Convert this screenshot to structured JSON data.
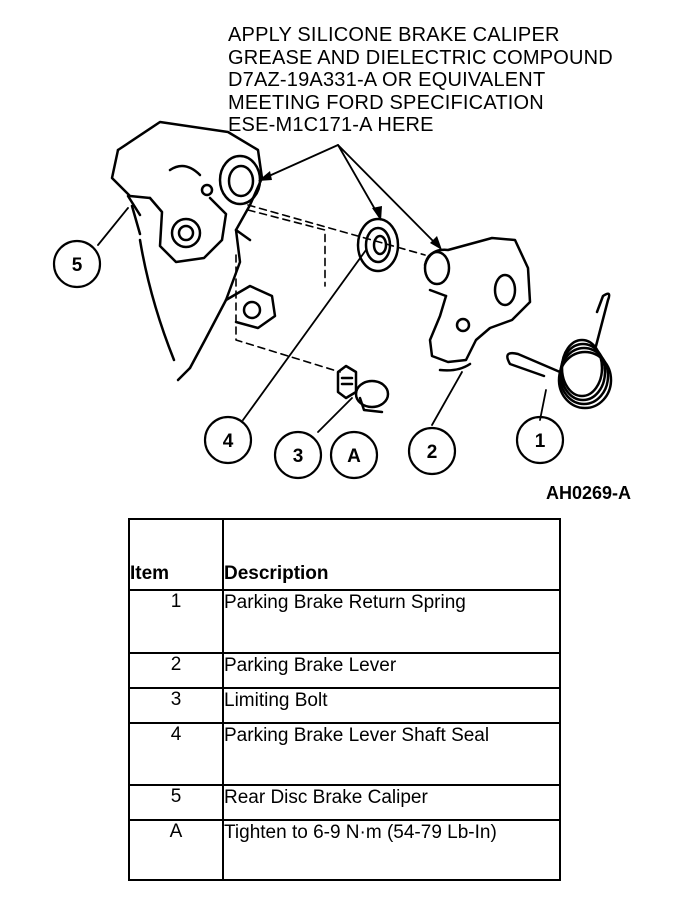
{
  "note_lines": [
    "APPLY SILICONE BRAKE CALIPER",
    "GREASE AND DIELECTRIC COMPOUND",
    "D7AZ-19A331-A OR EQUIVALENT",
    "MEETING FORD SPECIFICATION",
    "ESE-M1C171-A HERE"
  ],
  "figure_id": "AH0269-A",
  "callouts": [
    "5",
    "4",
    "3",
    "A",
    "2",
    "1"
  ],
  "table": {
    "headers": [
      "Item",
      "Description"
    ],
    "rows": [
      {
        "item": "1",
        "description": "Parking Brake Return Spring"
      },
      {
        "item": "2",
        "description": "Parking Brake Lever"
      },
      {
        "item": "3",
        "description": "Limiting Bolt"
      },
      {
        "item": "4",
        "description": "Parking Brake Lever Shaft Seal"
      },
      {
        "item": "5",
        "description": "Rear Disc Brake Caliper"
      },
      {
        "item": "A",
        "description": "Tighten to 6-9 N·m (54-79 Lb-In)"
      }
    ]
  }
}
